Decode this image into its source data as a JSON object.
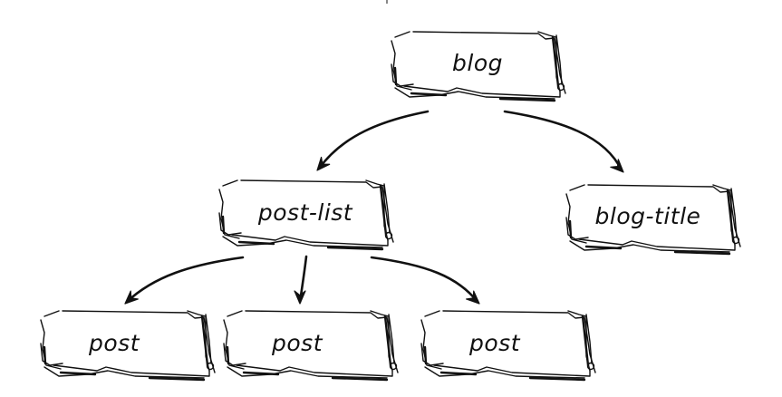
{
  "diagram": {
    "type": "tree",
    "nodes": [
      {
        "id": "blog",
        "label": "blog"
      },
      {
        "id": "post-list",
        "label": "post-list"
      },
      {
        "id": "blog-title",
        "label": "blog-title"
      },
      {
        "id": "post-1",
        "label": "post"
      },
      {
        "id": "post-2",
        "label": "post"
      },
      {
        "id": "post-3",
        "label": "post"
      }
    ],
    "edges": [
      {
        "from": "blog",
        "to": "post-list"
      },
      {
        "from": "blog",
        "to": "blog-title"
      },
      {
        "from": "post-list",
        "to": "post-1"
      },
      {
        "from": "post-list",
        "to": "post-2"
      },
      {
        "from": "post-list",
        "to": "post-3"
      }
    ]
  }
}
